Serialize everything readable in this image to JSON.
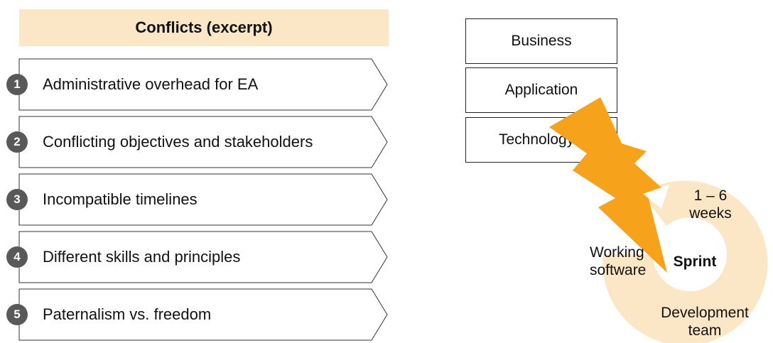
{
  "conflicts": {
    "title": "Conflicts (excerpt)",
    "items": [
      {
        "number": "1",
        "label": "Administrative overhead for EA"
      },
      {
        "number": "2",
        "label": "Conflicting objectives and stakeholders"
      },
      {
        "number": "3",
        "label": "Incompatible timelines"
      },
      {
        "number": "4",
        "label": "Different skills and principles"
      },
      {
        "number": "5",
        "label": "Paternalism vs. freedom"
      }
    ]
  },
  "layers": [
    "Business",
    "Application",
    "Technology"
  ],
  "sprint": {
    "center": "Sprint",
    "duration": "1 – 6\nweeks",
    "output": "Working\nsoftware",
    "team": "Development\nteam"
  },
  "colors": {
    "header_fill": "#fbe7c6",
    "badge": "#595959",
    "lightning": "#f7a21b",
    "ring": "#fbe7c6"
  }
}
